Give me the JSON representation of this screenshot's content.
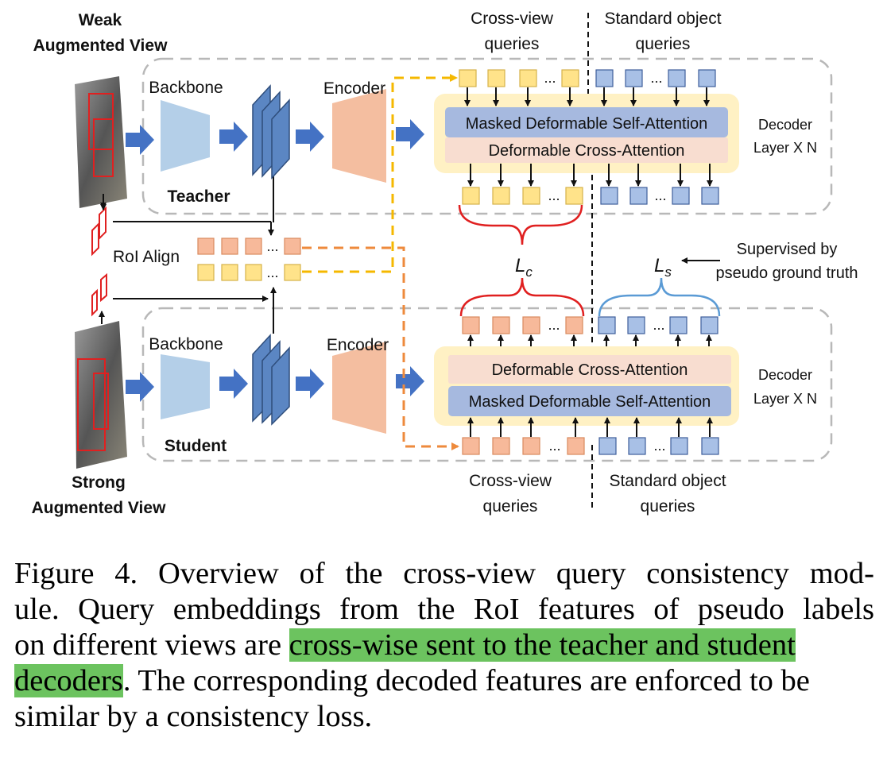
{
  "figure": {
    "weak_view_label": [
      "Weak",
      "Augmented View"
    ],
    "strong_view_label": [
      "Strong",
      "Augmented View"
    ],
    "teacher": {
      "backbone": "Backbone",
      "encoder": "Encoder",
      "name": "Teacher"
    },
    "student": {
      "backbone": "Backbone",
      "encoder": "Encoder",
      "name": "Student"
    },
    "roi_align": "RoI Align",
    "dots": "...",
    "top_queries": {
      "cross_view": [
        "Cross-view",
        "queries"
      ],
      "standard": [
        "Standard object",
        "queries"
      ]
    },
    "bottom_queries": {
      "cross_view": [
        "Cross-view",
        "queries"
      ],
      "standard": [
        "Standard object",
        "queries"
      ]
    },
    "teacher_decoder": {
      "self_attention": "Masked Deformable Self-Attention",
      "cross_attention": "Deformable Cross-Attention",
      "layer_label": [
        "Decoder",
        "Layer X N"
      ]
    },
    "student_decoder": {
      "cross_attention": "Deformable Cross-Attention",
      "self_attention": "Masked Deformable Self-Attention",
      "layer_label": [
        "Decoder",
        "Layer X N"
      ]
    },
    "loss_c": {
      "symbol": "L",
      "sub": "c"
    },
    "loss_s": {
      "symbol": "L",
      "sub": "s"
    },
    "supervised_note": [
      "Supervised by",
      "pseudo ground truth"
    ],
    "colors": {
      "blue_arrow": "#4472c4",
      "backbone_trap": "#b4cfe8",
      "encoder_trap": "#f4bea0",
      "yellow_query": "#ffe38a",
      "orange_query": "#f7b99a",
      "blue_query": "#a8c0e6",
      "self_attention_bar": "#a6b9df",
      "cross_attention_bar": "#f8ddd0",
      "decoder_glow": "#fff1c4",
      "red_brace": "#e02020",
      "blue_brace": "#5b9bd5",
      "yellow_dash": "#f5b800",
      "orange_dash": "#ee8a3c",
      "highlight": "#6cc35f"
    }
  },
  "caption": {
    "line1": "Figure 4.  Overview of the cross-view query consistency mod-",
    "line2": "ule.  Query embeddings from the RoI features of pseudo labels",
    "line3_pre": "on different views are ",
    "line3_hl": "cross-wise sent to the teacher and student",
    "line4_hl": "decoders",
    "line4_post": ". The corresponding decoded features are enforced to be",
    "line5": "similar by a consistency loss."
  }
}
